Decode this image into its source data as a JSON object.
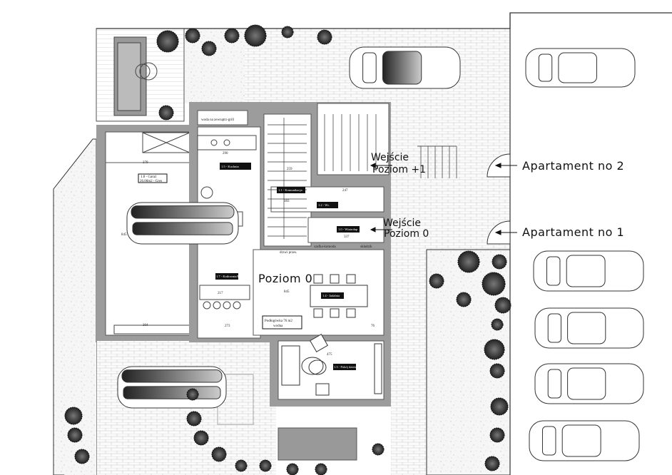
{
  "labels": {
    "apartment_2": "Apartament no 2",
    "apartment_1": "Apartament no 1",
    "entrance_upper_1": "Wejście",
    "entrance_upper_2": "Poziom +1",
    "entrance_ground_1": "Wejście",
    "entrance_ground_2": "Poziom 0",
    "level": "Poziom 0",
    "floor_heating_1": "Podłogówka 76 m2",
    "floor_heating_2": "wodna",
    "outdoor_water": "woda na zewnątrz-grill",
    "dresser": "szafka-komoda",
    "storage": "składzik",
    "sliding_door": "drzwi przes.",
    "garage_1": "1.8 - Garaż",
    "garage_2": "26.00m2 - Gres",
    "kitchen_tag": "1.5 - Kuchnia",
    "dining_tag": "1.4 - Jadalnia",
    "living_tag": "1.3 - Pokój dzienny",
    "hall_tag": "1.1 - Komunikacja",
    "wc_tag": "1.2 - Wc",
    "vestibule_tag": "1.0 - Wiatrołap",
    "laundry_tag": "1.7 - Kotłownia/Pralnia"
  },
  "dimensions": {
    "garage_width_top": "379",
    "garage_width_bottom": "304",
    "garage_length": "845",
    "kitchen_width": "290",
    "stairs": "259",
    "hall": "183",
    "wc": "247",
    "vestibule": "337",
    "dining": "845",
    "living": "475",
    "kitchen_bottom": "273",
    "counter": "217",
    "dining_right": "76"
  }
}
